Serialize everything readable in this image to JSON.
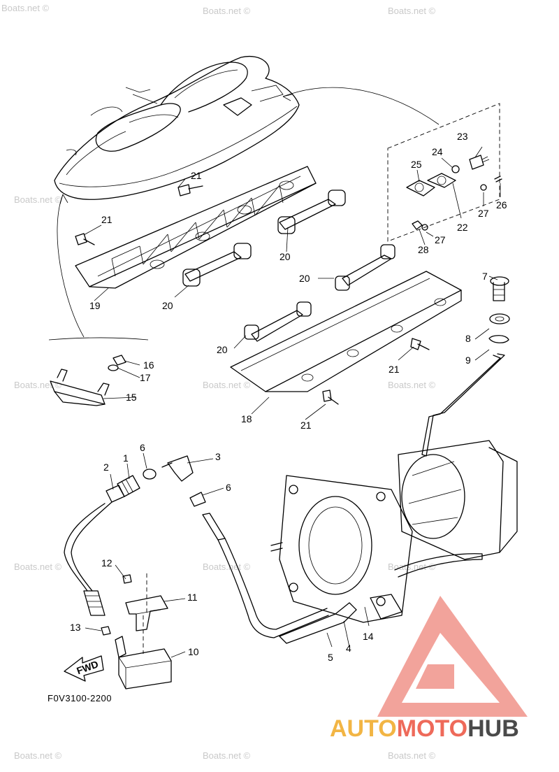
{
  "diagram": {
    "code": "F0V3100-2200",
    "fwd_label": "FWD",
    "watermark_text": "Boats.net ©",
    "part_labels": [
      "1",
      "2",
      "3",
      "4",
      "5",
      "6",
      "6",
      "7",
      "8",
      "9",
      "10",
      "11",
      "12",
      "13",
      "14",
      "15",
      "16",
      "17",
      "18",
      "19",
      "20",
      "20",
      "20",
      "20",
      "21",
      "21",
      "21",
      "21",
      "22",
      "23",
      "24",
      "25",
      "26",
      "27",
      "27",
      "28"
    ]
  },
  "logo": {
    "part1": "AUTO",
    "part2": "MOTO",
    "part3": "HUB",
    "colors": {
      "triangle": "#f2a39b",
      "auto": "#f2b544",
      "moto": "#ee6a5a",
      "hub": "#4a4a4a"
    }
  }
}
